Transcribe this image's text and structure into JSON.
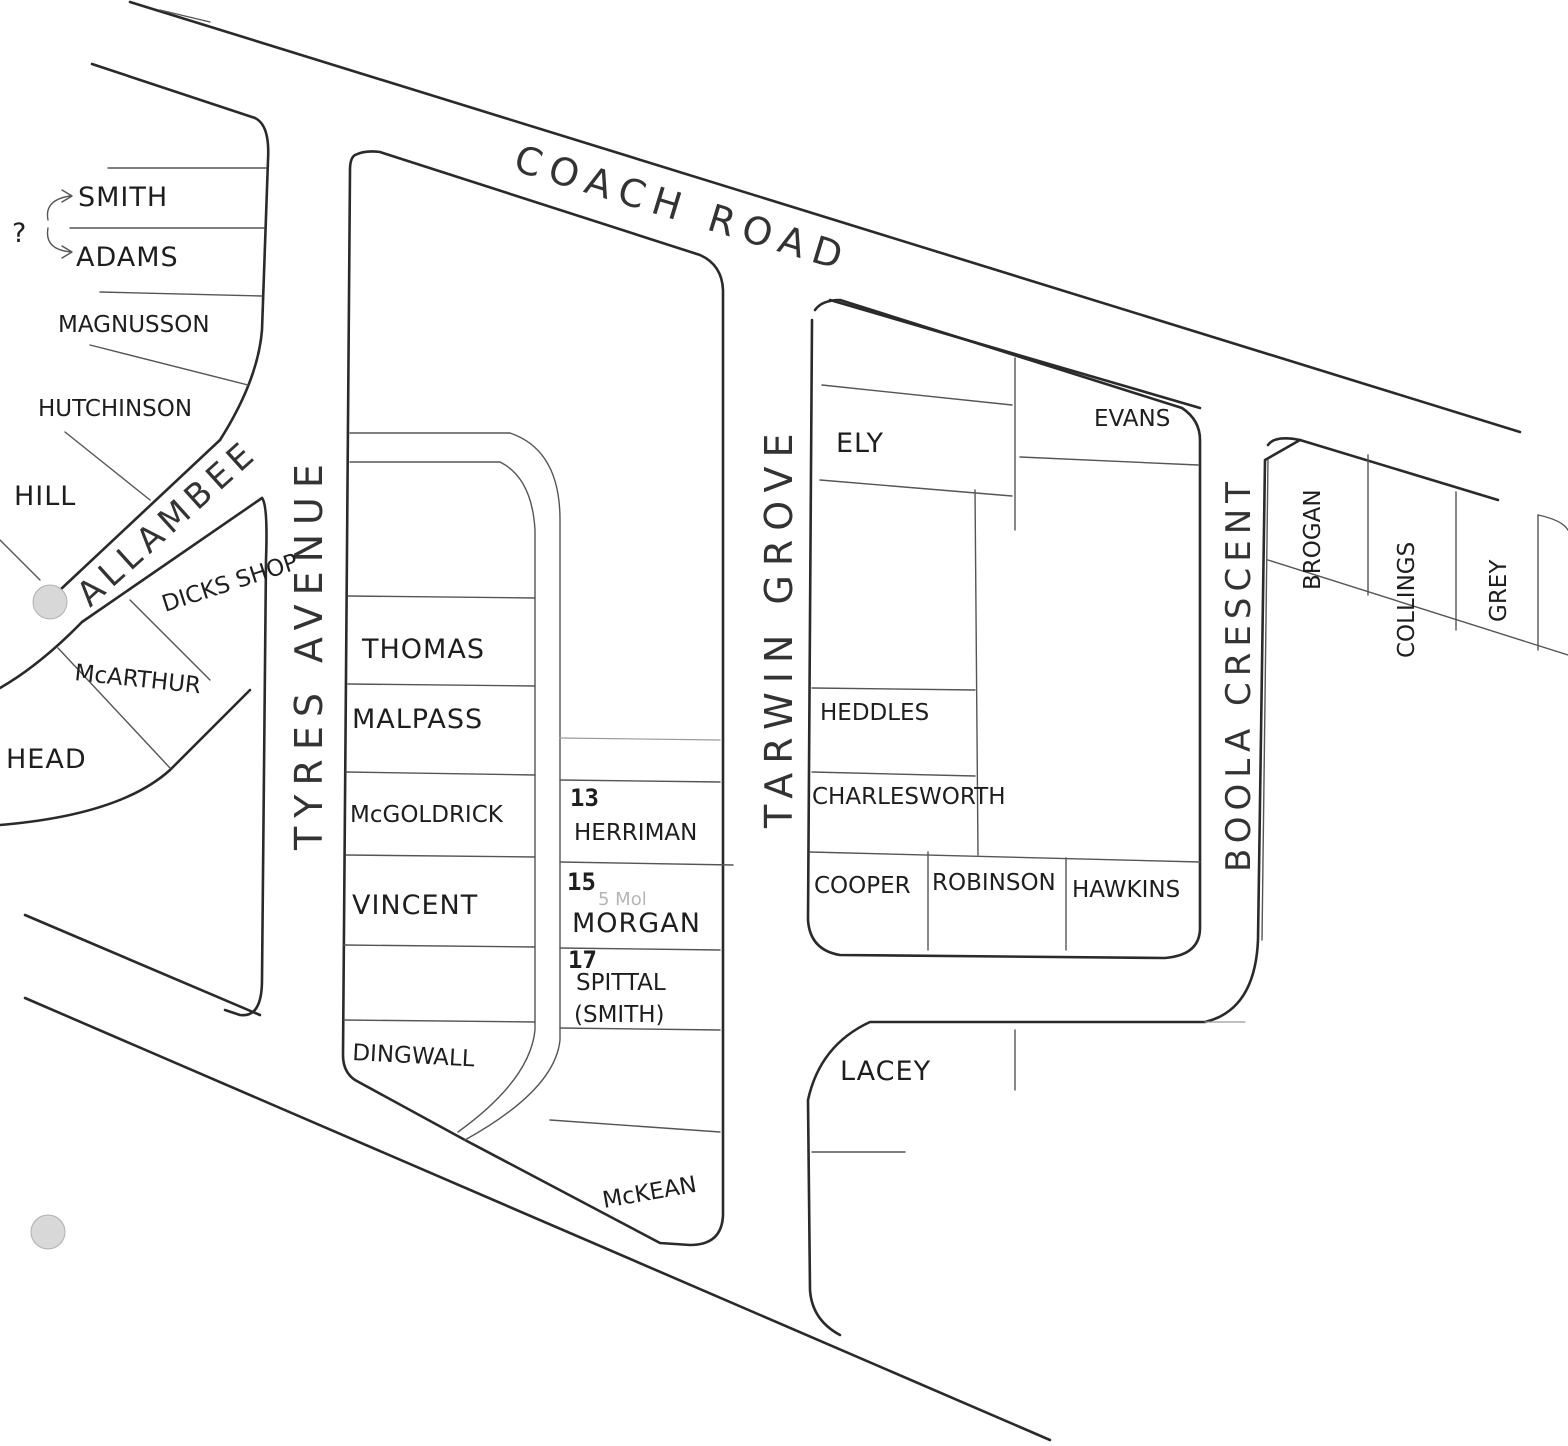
{
  "streets": {
    "coach_road": "COACH ROAD",
    "tyres_avenue": "TYRES AVENUE",
    "tarwin_grove": "TARWIN GROVE",
    "boola_crescent": "BOOLA CRESCENT",
    "allambee": "ALLAMBEE"
  },
  "owners": {
    "smith": "SMITH",
    "adams": "ADAMS",
    "question_mark": "?",
    "magnusson": "MAGNUSSON",
    "hutchinson": "HUTCHINSON",
    "hill": "HILL",
    "dicks_shop": "DICKS SHOP",
    "mcarthur": "McARTHUR",
    "head": "HEAD",
    "thomas": "THOMAS",
    "malpass": "MALPASS",
    "mcgoldrick": "McGOLDRICK",
    "vincent": "VINCENT",
    "dingwall": "DINGWALL",
    "herriman": "HERRIMAN",
    "morgan": "MORGAN",
    "spittal": "SPITTAL",
    "spittal_smith": "(SMITH)",
    "mckean": "McKEAN",
    "ely": "ELY",
    "evans": "EVANS",
    "heddles": "HEDDLES",
    "charlesworth": "CHARLESWORTH",
    "cooper": "COOPER",
    "robinson": "ROBINSON",
    "hawkins": "HAWKINS",
    "lacey": "LACEY",
    "brogan": "BROGAN",
    "collings": "COLLINGS",
    "grey": "GREY"
  },
  "house_numbers": {
    "n13": "13",
    "n15": "15",
    "n17": "17"
  },
  "faint_notes": {
    "morgan_note": "5 Mol"
  }
}
